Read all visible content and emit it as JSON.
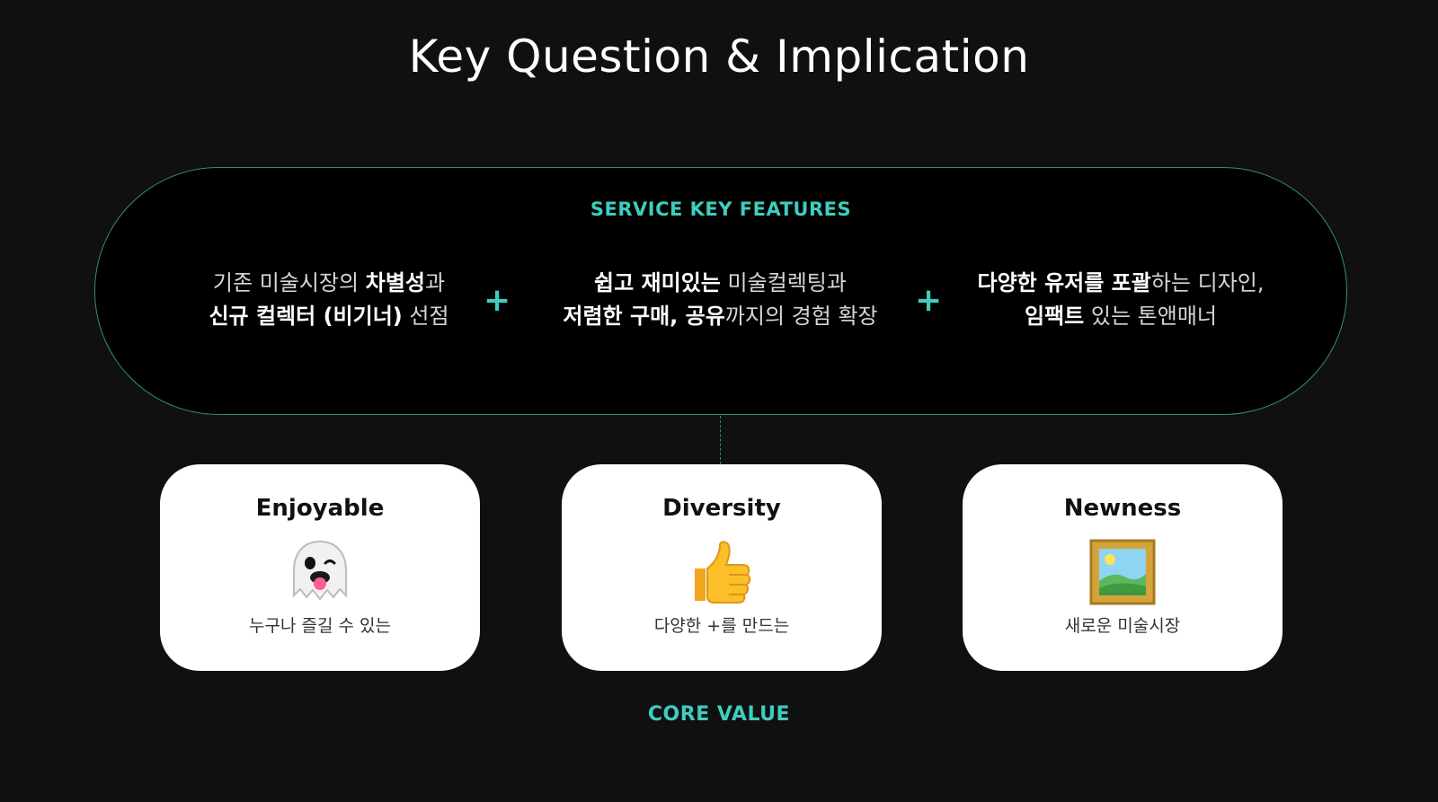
{
  "title": "Key Question & Implication",
  "accent_color": "#3ecdbf",
  "service_key_features": {
    "heading": "SERVICE KEY FEATURES",
    "separator": "+",
    "items": [
      {
        "line1": [
          {
            "text": "기존 미술시장의 ",
            "bold": false
          },
          {
            "text": "차별성",
            "bold": true
          },
          {
            "text": "과",
            "bold": false
          }
        ],
        "line2": [
          {
            "text": "신규 컬렉터 (비기너)",
            "bold": true
          },
          {
            "text": " 선점",
            "bold": false
          }
        ]
      },
      {
        "line1": [
          {
            "text": "쉽고 재미있는",
            "bold": true
          },
          {
            "text": " 미술컬렉팅과",
            "bold": false
          }
        ],
        "line2": [
          {
            "text": "저렴한 구매, 공유",
            "bold": true
          },
          {
            "text": "까지의 경험 확장",
            "bold": false
          }
        ]
      },
      {
        "line1": [
          {
            "text": "다양한 유저를 포괄",
            "bold": true
          },
          {
            "text": "하는 디자인,",
            "bold": false
          }
        ],
        "line2": [
          {
            "text": "임팩트",
            "bold": true
          },
          {
            "text": " 있는 톤앤매너",
            "bold": false
          }
        ]
      }
    ]
  },
  "core_values": {
    "label": "CORE VALUE",
    "cards": [
      {
        "title": "Enjoyable",
        "icon": "ghost-icon",
        "description": "누구나 즐길 수 있는"
      },
      {
        "title": "Diversity",
        "icon": "thumbs-up-icon",
        "description": "다양한 +를 만드는"
      },
      {
        "title": "Newness",
        "icon": "framed-picture-icon",
        "description": "새로운 미술시장"
      }
    ]
  }
}
